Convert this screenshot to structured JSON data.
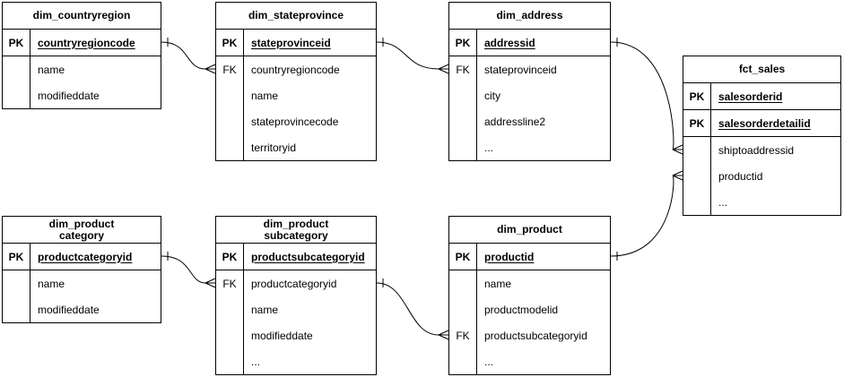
{
  "diagram": {
    "kind": "entity-relationship-diagram",
    "colors": {
      "background": "#ffffff",
      "line": "#000000",
      "text": "#000000",
      "table_fill": "#ffffff"
    }
  },
  "tables": {
    "countryregion": {
      "title": "dim_countryregion",
      "rows": [
        {
          "key": "PK",
          "field": "countryregioncode"
        },
        {
          "key": "",
          "field": "name"
        },
        {
          "key": "",
          "field": "modifieddate"
        }
      ]
    },
    "stateprovince": {
      "title": "dim_stateprovince",
      "rows": [
        {
          "key": "PK",
          "field": "stateprovinceid"
        },
        {
          "key": "FK",
          "field": "countryregioncode"
        },
        {
          "key": "",
          "field": "name"
        },
        {
          "key": "",
          "field": "stateprovincecode"
        },
        {
          "key": "",
          "field": "territoryid"
        }
      ]
    },
    "address": {
      "title": "dim_address",
      "rows": [
        {
          "key": "PK",
          "field": "addressid"
        },
        {
          "key": "FK",
          "field": "stateprovinceid"
        },
        {
          "key": "",
          "field": "city"
        },
        {
          "key": "",
          "field": "addressline2"
        },
        {
          "key": "",
          "field": "..."
        }
      ]
    },
    "fct_sales": {
      "title": "fct_sales",
      "rows": [
        {
          "key": "PK",
          "field": "salesorderid"
        },
        {
          "key": "PK",
          "field": "salesorderdetailid"
        },
        {
          "key": "",
          "field": "shiptoaddressid"
        },
        {
          "key": "",
          "field": "productid"
        },
        {
          "key": "",
          "field": "..."
        }
      ]
    },
    "product_category": {
      "title": "dim_product\ncategory",
      "rows": [
        {
          "key": "PK",
          "field": "productcategoryid"
        },
        {
          "key": "",
          "field": "name"
        },
        {
          "key": "",
          "field": "modifieddate"
        }
      ]
    },
    "product_subcategory": {
      "title": "dim_product\nsubcategory",
      "rows": [
        {
          "key": "PK",
          "field": "productsubcategoryid"
        },
        {
          "key": "FK",
          "field": "productcategoryid"
        },
        {
          "key": "",
          "field": "name"
        },
        {
          "key": "",
          "field": "modifieddate"
        },
        {
          "key": "",
          "field": "..."
        }
      ]
    },
    "product": {
      "title": "dim_product",
      "rows": [
        {
          "key": "PK",
          "field": "productid"
        },
        {
          "key": "",
          "field": "name"
        },
        {
          "key": "",
          "field": "productmodelid"
        },
        {
          "key": "FK",
          "field": "productsubcategoryid"
        },
        {
          "key": "",
          "field": "..."
        }
      ]
    }
  },
  "relationships": [
    {
      "from": "dim_countryregion.countryregioncode",
      "to": "dim_stateprovince.countryregioncode",
      "cardinality": "one-to-many"
    },
    {
      "from": "dim_stateprovince.stateprovinceid",
      "to": "dim_address.stateprovinceid",
      "cardinality": "one-to-many"
    },
    {
      "from": "dim_address.addressid",
      "to": "fct_sales.shiptoaddressid",
      "cardinality": "one-to-many"
    },
    {
      "from": "dim_product.productid",
      "to": "fct_sales.productid",
      "cardinality": "one-to-many"
    },
    {
      "from": "dim_product category.productcategoryid",
      "to": "dim_product subcategory.productcategoryid",
      "cardinality": "one-to-many"
    },
    {
      "from": "dim_product subcategory.productsubcategoryid",
      "to": "dim_product.productsubcategoryid",
      "cardinality": "one-to-many"
    }
  ]
}
